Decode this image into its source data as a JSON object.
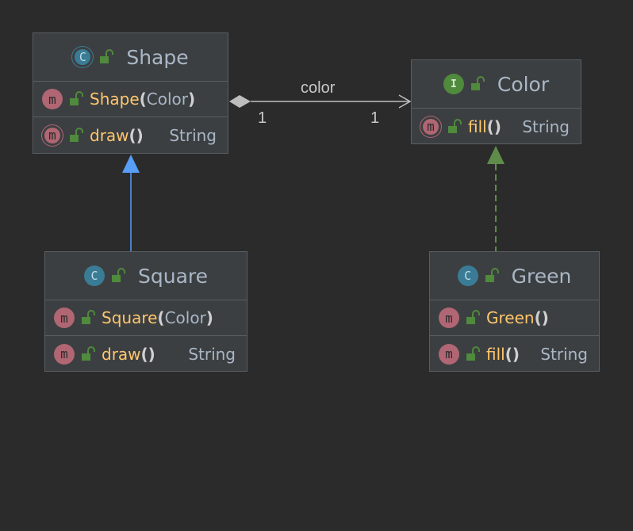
{
  "classes": {
    "shape": {
      "name": "Shape",
      "kind": "class",
      "kind_letter": "C",
      "members": [
        {
          "name": "Shape",
          "params": "Color",
          "type": ""
        },
        {
          "name": "draw",
          "params": "",
          "type": "String"
        }
      ]
    },
    "color": {
      "name": "Color",
      "kind": "interface",
      "kind_letter": "I",
      "members": [
        {
          "name": "fill",
          "params": "",
          "type": "String"
        }
      ]
    },
    "square": {
      "name": "Square",
      "kind": "class",
      "kind_letter": "C",
      "members": [
        {
          "name": "Square",
          "params": "Color",
          "type": ""
        },
        {
          "name": "draw",
          "params": "",
          "type": "String"
        }
      ]
    },
    "green": {
      "name": "Green",
      "kind": "class",
      "kind_letter": "C",
      "members": [
        {
          "name": "Green",
          "params": "",
          "type": ""
        },
        {
          "name": "fill",
          "params": "",
          "type": "String"
        }
      ]
    }
  },
  "method_letter": "m",
  "relations": {
    "composition": {
      "from": "Shape",
      "to": "Color",
      "label": "color",
      "from_multiplicity": "1",
      "to_multiplicity": "1"
    },
    "inheritance": {
      "from": "Square",
      "to": "Shape"
    },
    "realization": {
      "from": "Green",
      "to": "Color"
    }
  },
  "colors": {
    "background": "#2b2b2b",
    "box": "#3c3f41",
    "border": "#5b5e60",
    "member_name": "#ffc66d",
    "text": "#a9b7c6",
    "class_badge": "#3a7c95",
    "interface_badge": "#4f8a3d",
    "method_badge": "#b06673",
    "inheritance_arrow": "#589df6",
    "realization_arrow": "#5f8c4a",
    "association_line": "#c0c0c0"
  }
}
